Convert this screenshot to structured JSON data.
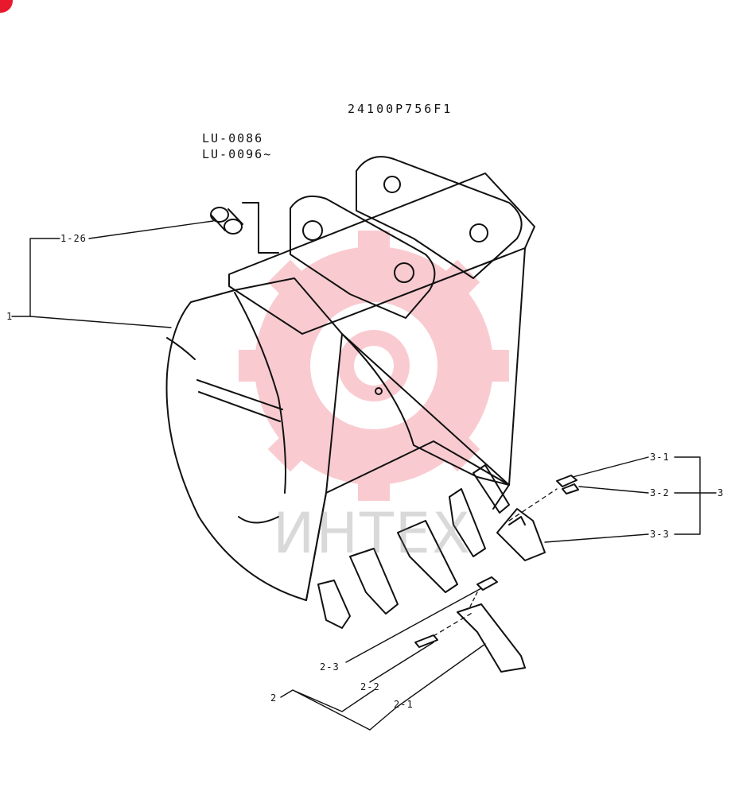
{
  "drawing": {
    "code": "24100P756F1",
    "serials": [
      "LU-0086",
      "LU-0096~"
    ]
  },
  "callouts": [
    {
      "id": "1-26"
    },
    {
      "id": "1"
    },
    {
      "id": "3-1"
    },
    {
      "id": "3-2"
    },
    {
      "id": "3"
    },
    {
      "id": "3-3"
    },
    {
      "id": "2-3"
    },
    {
      "id": "2-2"
    },
    {
      "id": "2"
    },
    {
      "id": "2-1"
    }
  ],
  "watermark": {
    "text": "ИНТЕХ",
    "color": "#e8192c"
  },
  "colors": {
    "ink": "#111111",
    "watermark": "#e8192c"
  }
}
